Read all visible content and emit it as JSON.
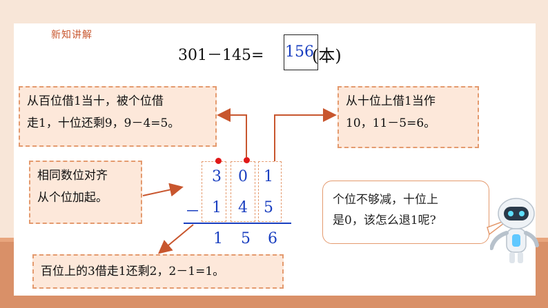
{
  "section_label": "新知讲解",
  "equation": {
    "expression": "301－145=",
    "answer": "156",
    "unit": "(本)"
  },
  "notes": {
    "borrow_hundreds": [
      "从百位借1当十，被个位借",
      "走1，十位还剩9，9－4=5。"
    ],
    "borrow_tens": [
      "从十位上借1当作",
      "10，11－5=6。"
    ],
    "align": [
      "相同数位对齐",
      "从个位加起。"
    ],
    "hundreds": "百位上的3借走1还剩2，2－1=1。"
  },
  "bubble": [
    "个位不够减，十位上",
    "是0，该怎么退1呢?"
  ],
  "vertical": {
    "top": [
      "3",
      "0",
      "1"
    ],
    "minus_sign": "－",
    "bottom": [
      "1",
      "4",
      "5"
    ],
    "result": [
      "1",
      "5",
      "6"
    ]
  },
  "colors": {
    "accent": "#e49a6e",
    "note_bg": "#fde8da",
    "digits": "#1a3fc0",
    "borrow_dot": "#e01818",
    "floor": "#d99068"
  }
}
